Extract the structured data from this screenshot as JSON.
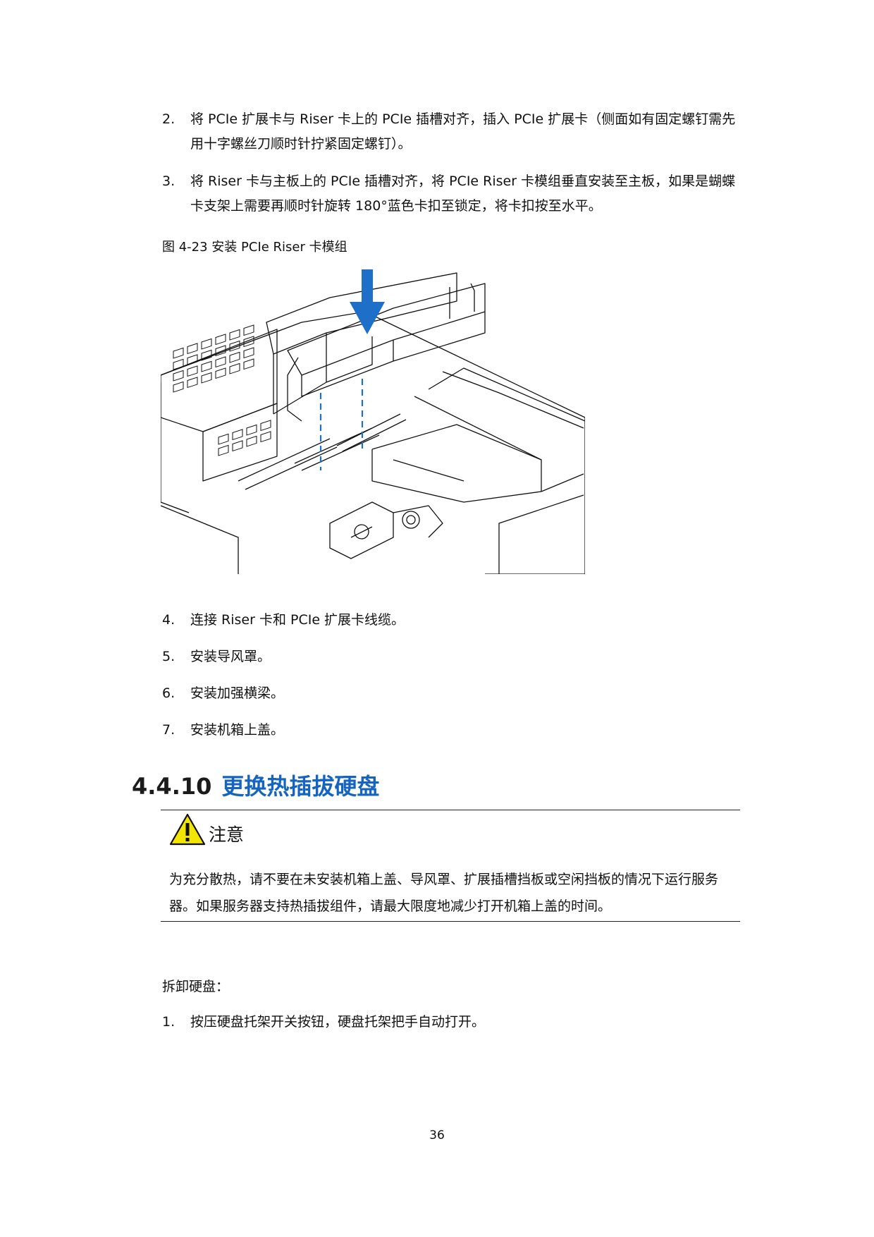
{
  "steps_top": [
    {
      "num": "2.",
      "text": "将 PCIe 扩展卡与 Riser 卡上的 PCIe 插槽对齐，插入 PCIe 扩展卡（侧面如有固定螺钉需先用十字螺丝刀顺时针拧紧固定螺钉）。"
    },
    {
      "num": "3.",
      "text": "将 Riser 卡与主板上的 PCIe 插槽对齐，将 PCIe Riser 卡模组垂直安装至主板，如果是蝴蝶卡支架上需要再顺时针旋转 180°蓝色卡扣至锁定，将卡扣按至水平。"
    }
  ],
  "figure": {
    "caption": "图 4-23  安装 PCIe Riser 卡模组",
    "arrow_color": "#1e6fc8"
  },
  "steps_bottom": [
    {
      "num": "4.",
      "text": "连接 Riser 卡和 PCIe 扩展卡线缆。"
    },
    {
      "num": "5.",
      "text": "安装导风罩。"
    },
    {
      "num": "6.",
      "text": "安装加强横梁。"
    },
    {
      "num": "7.",
      "text": "安装机箱上盖。"
    }
  ],
  "section": {
    "number": "4.4.10",
    "title": "更换热插拔硬盘",
    "title_color": "#1565c0"
  },
  "notice": {
    "icon": "warning-triangle-icon",
    "icon_color": "#f2e600",
    "label": "注意",
    "text": "为充分散热，请不要在未安装机箱上盖、导风罩、扩展插槽挡板或空闲挡板的情况下运行服务器。如果服务器支持热插拔组件，请最大限度地减少打开机箱上盖的时间。"
  },
  "remove_intro": "拆卸硬盘：",
  "remove_steps": [
    {
      "num": "1.",
      "text": "按压硬盘托架开关按钮，硬盘托架把手自动打开。"
    }
  ],
  "page_number": "36"
}
